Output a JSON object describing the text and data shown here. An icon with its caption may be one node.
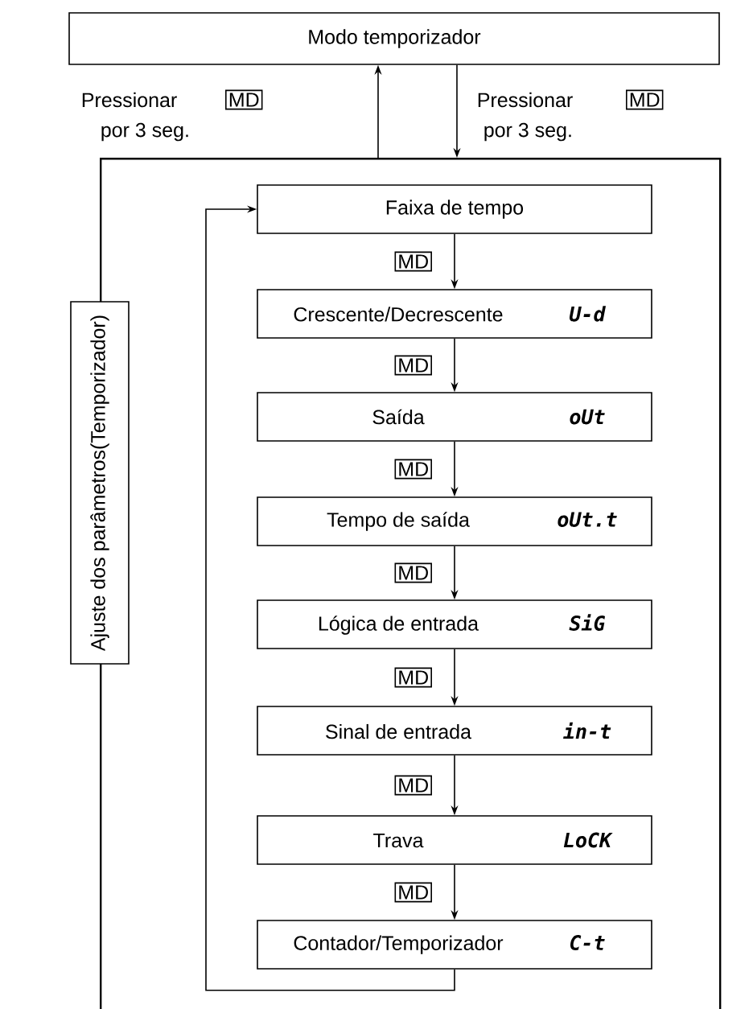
{
  "diagram": {
    "nodes": [
      {
        "text": [
          "Modo temporizador"
        ]
      },
      {
        "text": [
          "Ajuste dos parâmetros(Temporizador)"
        ]
      },
      {
        "text": [
          "Faixa de tempo"
        ],
        "in": 1
      },
      {
        "text": [
          "Crescente/Decrescente",
          "U-d"
        ],
        "in": 1
      },
      {
        "text": [
          "Saída",
          "oUt"
        ],
        "in": 1
      },
      {
        "text": [
          "Tempo de saída",
          "oUt.t"
        ],
        "in": 1
      },
      {
        "text": [
          "Lógica de entrada",
          "SiG"
        ],
        "in": 1
      },
      {
        "text": [
          "Sinal de entrada",
          "in-t"
        ],
        "in": 1
      },
      {
        "text": [
          "Trava",
          "LoCK"
        ],
        "in": 1
      },
      {
        "text": [
          "Contador/Temporizador",
          "C-t"
        ],
        "in": 1
      }
    ],
    "edges": [
      {
        "from": 1,
        "to": 0,
        "arrow": "to"
      },
      {
        "from": 0,
        "to": 1,
        "arrow": "to"
      },
      {
        "from": 2,
        "to": 3,
        "arrow": "to",
        "label": "MD"
      },
      {
        "from": 3,
        "to": 4,
        "arrow": "to",
        "label": "MD"
      },
      {
        "from": 4,
        "to": 5,
        "arrow": "to",
        "label": "MD"
      },
      {
        "from": 5,
        "to": 6,
        "arrow": "to",
        "label": "MD"
      },
      {
        "from": 6,
        "to": 7,
        "arrow": "to",
        "label": "MD"
      },
      {
        "from": 7,
        "to": 8,
        "arrow": "to",
        "label": "MD"
      },
      {
        "from": 8,
        "to": 9,
        "arrow": "to",
        "label": "MD"
      },
      {
        "from": 9,
        "to": 2,
        "arrow": "to"
      }
    ],
    "labels": [
      "Pressionar",
      "MD",
      "por 3 seg.",
      "Pressionar",
      "MD",
      "por 3 seg."
    ]
  }
}
